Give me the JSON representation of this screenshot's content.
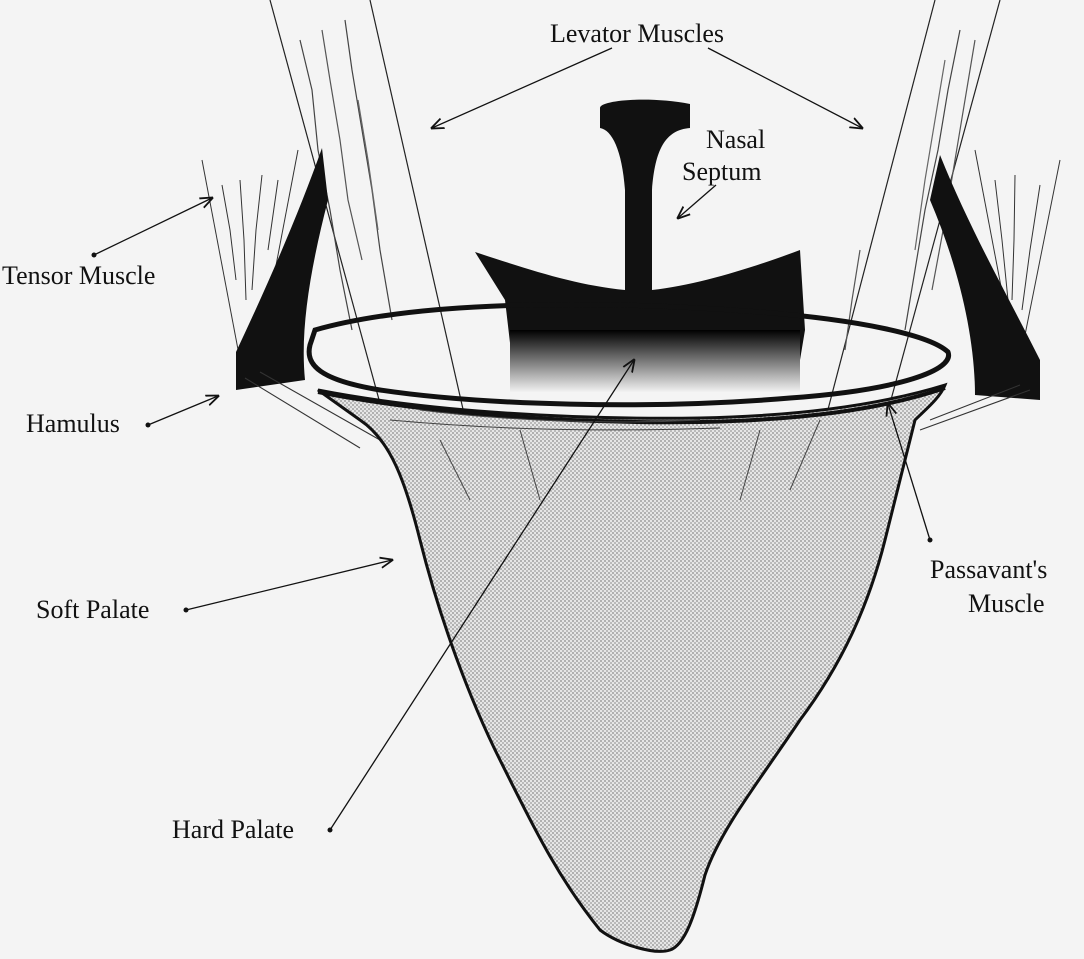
{
  "labels": {
    "levator": "Levator Muscles",
    "nasal_line1": "Nasal",
    "nasal_line2": "Septum",
    "tensor": "Tensor Muscle",
    "hamulus": "Hamulus",
    "soft_palate": "Soft Palate",
    "passavant_line1": "Passavant's",
    "passavant_line2": "Muscle",
    "hard_palate": "Hard Palate"
  },
  "colors": {
    "ink": "#111111",
    "stipple": "#bdbdbd",
    "background": "#f4f4f4"
  }
}
